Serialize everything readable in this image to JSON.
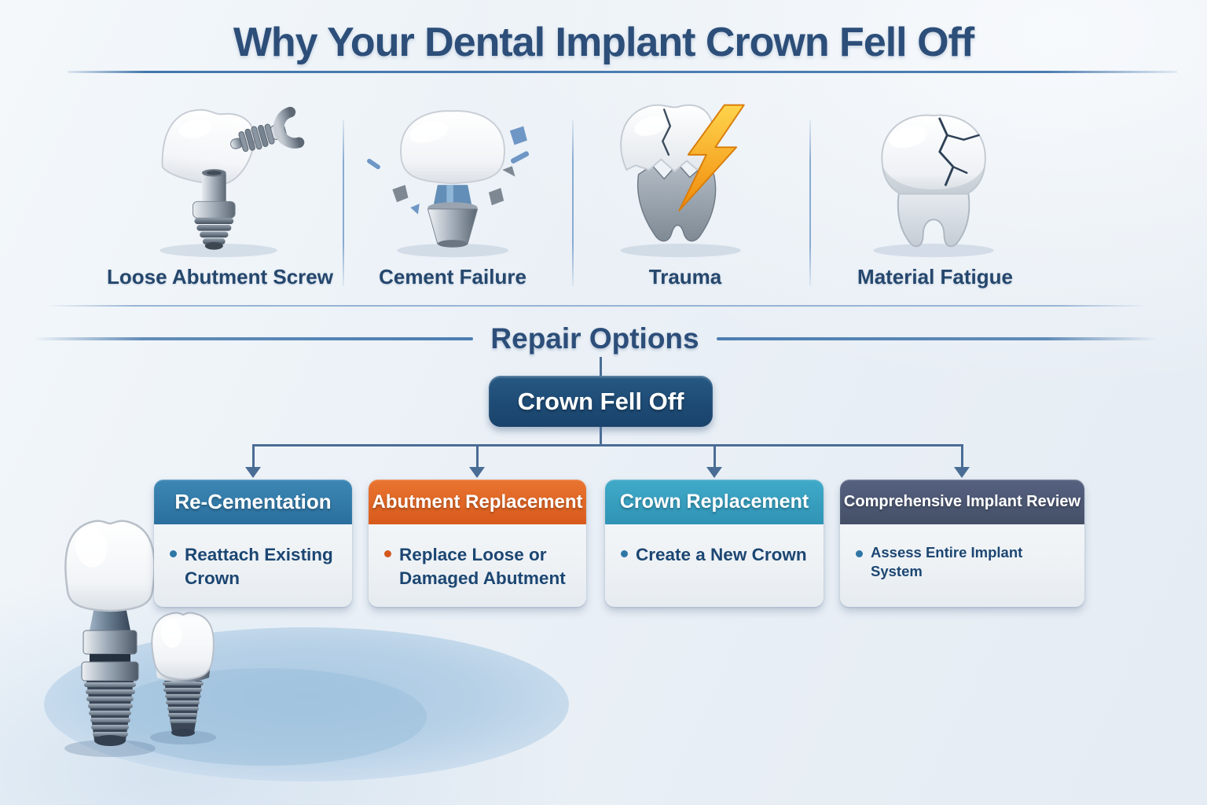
{
  "title": "Why Your Dental Implant Crown Fell Off",
  "causes": [
    {
      "label": "Loose Abutment Screw",
      "icon": "implant-wrench-icon"
    },
    {
      "label": "Cement Failure",
      "icon": "crown-detached-icon"
    },
    {
      "label": "Trauma",
      "icon": "lightning-tooth-icon"
    },
    {
      "label": "Material Fatigue",
      "icon": "cracked-tooth-icon"
    }
  ],
  "repair": {
    "heading": "Repair Options",
    "root_label": "Crown Fell Off",
    "options": [
      {
        "title": "Re-Cementation",
        "bullet": "Reattach Existing Crown",
        "header_color": "#2e76a6",
        "accent_color": "#2e76a6"
      },
      {
        "title": "Abutment Replacement",
        "bullet": "Replace Loose or Damaged Abutment",
        "header_color": "#dd5e1f",
        "accent_color": "#d4571d"
      },
      {
        "title": "Crown Replacement",
        "bullet": "Create a New Crown",
        "header_color": "#36a2c3",
        "accent_color": "#2e76a6"
      },
      {
        "title": "Comprehensive Implant Review",
        "bullet": "Assess Entire Implant System",
        "header_color": "#4b5671",
        "accent_color": "#2e76a6"
      }
    ]
  },
  "colors": {
    "title_text": "#2c4e79",
    "cause_label_text": "#25476d",
    "bullet_text": "#1c4672",
    "connector": "#4a6d95",
    "root_box_bg": "#1e4d78",
    "root_box_text": "#ffffff",
    "divider": "#7fa6cc",
    "trauma_bolt": "#f5920c",
    "ground_ellipse": "#b4cfe6"
  }
}
